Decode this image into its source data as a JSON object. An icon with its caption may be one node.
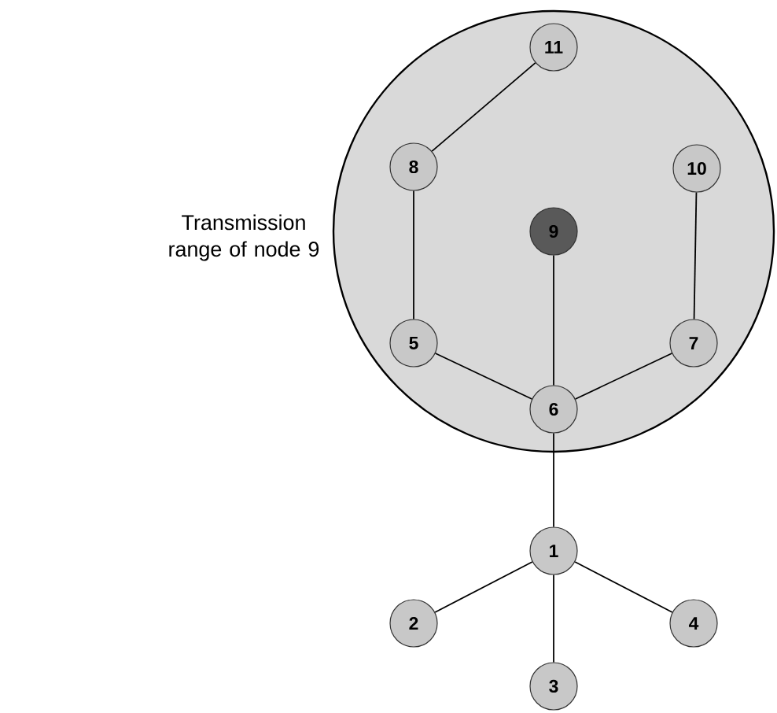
{
  "diagram": {
    "nodes": [
      {
        "text": [
          "Transmission range of node 9"
        ]
      },
      {
        "text": [
          "11"
        ],
        "in": 0
      },
      {
        "text": [
          "8"
        ],
        "in": 0
      },
      {
        "text": [
          "10"
        ],
        "in": 0
      },
      {
        "text": [
          "9"
        ],
        "in": 0
      },
      {
        "text": [
          "5"
        ],
        "in": 0
      },
      {
        "text": [
          "7"
        ],
        "in": 0
      },
      {
        "text": [
          "6"
        ],
        "in": 0
      },
      {
        "text": [
          "1"
        ]
      },
      {
        "text": [
          "2"
        ]
      },
      {
        "text": [
          "4"
        ]
      },
      {
        "text": [
          "3"
        ]
      }
    ],
    "edges": [
      {
        "from": 1,
        "to": 2,
        "arrow": "none"
      },
      {
        "from": 2,
        "to": 5,
        "arrow": "none"
      },
      {
        "from": 5,
        "to": 7,
        "arrow": "none"
      },
      {
        "from": 4,
        "to": 7,
        "arrow": "none"
      },
      {
        "from": 6,
        "to": 7,
        "arrow": "none"
      },
      {
        "from": 3,
        "to": 6,
        "arrow": "none"
      },
      {
        "from": 7,
        "to": 8,
        "arrow": "none"
      },
      {
        "from": 8,
        "to": 9,
        "arrow": "none"
      },
      {
        "from": 8,
        "to": 11,
        "arrow": "none"
      },
      {
        "from": 8,
        "to": 10,
        "arrow": "none"
      }
    ]
  }
}
